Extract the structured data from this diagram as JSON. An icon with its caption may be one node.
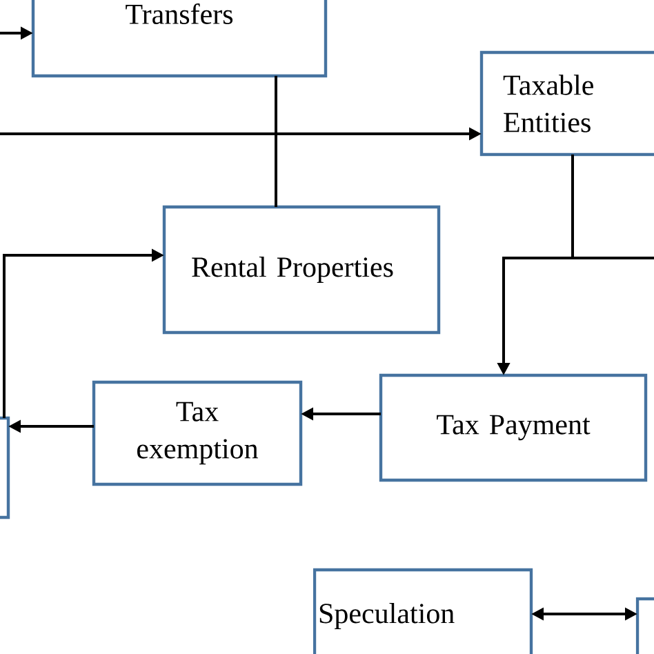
{
  "diagram": {
    "nodes": [
      {
        "text": [
          "Transfers"
        ]
      },
      {
        "text": [
          "Taxable Entities"
        ]
      },
      {
        "text": [
          "Rental Properties"
        ]
      },
      {
        "text": [
          "Tax Payment"
        ]
      },
      {
        "text": [
          "Tax exemption"
        ]
      },
      {
        "text": [],
        "shape": "box"
      },
      {
        "text": [
          "Speculation"
        ]
      },
      {
        "text": [],
        "shape": "box"
      }
    ],
    "edges": [
      {
        "from": null,
        "to": 0,
        "arrow": "to"
      },
      {
        "from": null,
        "to": 1,
        "arrow": "to"
      },
      {
        "from": 0,
        "to": 2,
        "arrow": "none"
      },
      {
        "from": 5,
        "to": 2,
        "arrow": "to"
      },
      {
        "from": 1,
        "to": 3,
        "arrow": "to"
      },
      {
        "from": 1,
        "to": null,
        "arrow": "none"
      },
      {
        "from": 3,
        "to": 4,
        "arrow": "to"
      },
      {
        "from": 4,
        "to": 5,
        "arrow": "to"
      },
      {
        "from": 6,
        "to": 7,
        "arrow": "both"
      }
    ]
  }
}
